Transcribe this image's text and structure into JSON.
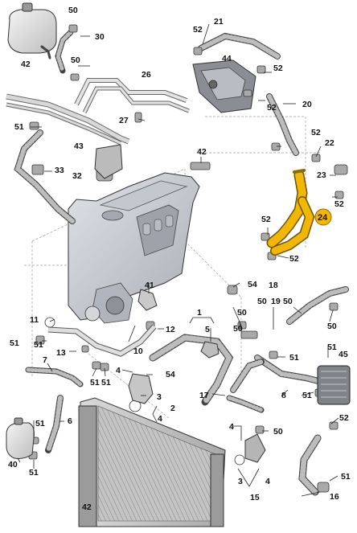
{
  "diagram": {
    "highlight_color": "#f2b705",
    "hose_color": "#8a8a8a",
    "engine_color": "#c9ccd2",
    "highlight_label": "24",
    "labels": {
      "l50a": "50",
      "l30": "30",
      "l50b": "50",
      "l42a": "42",
      "l21": "21",
      "l52a": "52",
      "l44": "44",
      "l52b": "52",
      "l26": "26",
      "l52c": "52",
      "l20": "20",
      "l51a": "51",
      "l27": "27",
      "l43": "43",
      "l42b": "42",
      "l52d": "52",
      "l22": "22",
      "l33": "33",
      "l32": "32",
      "l23": "23",
      "l52e": "52",
      "l52f": "52",
      "l52g": "52",
      "l41": "41",
      "l54a": "54",
      "l18": "18",
      "l50c": "50",
      "l19": "19",
      "l50d": "50",
      "l50e": "50",
      "l11": "11",
      "l50f": "50",
      "l50g": "50",
      "l1": "1",
      "l12": "12",
      "l51b": "51",
      "l10": "10",
      "l5": "5",
      "l13": "13",
      "l51c": "51",
      "l51d": "51",
      "l45": "45",
      "l7": "7",
      "l4a": "4",
      "l54b": "54",
      "l8": "8",
      "l51e": "51",
      "l51f": "51",
      "l51g": "51",
      "l3a": "3",
      "l2": "2",
      "l17": "17",
      "l4b": "4",
      "l51h": "51",
      "l6": "6",
      "l4c": "4",
      "l50h": "50",
      "l52h": "52",
      "l40": "40",
      "l51i": "51",
      "l3b": "3",
      "l4d": "4",
      "l15": "15",
      "l42c": "42",
      "l16": "16",
      "l51j": "51",
      "l51k": "51"
    }
  }
}
